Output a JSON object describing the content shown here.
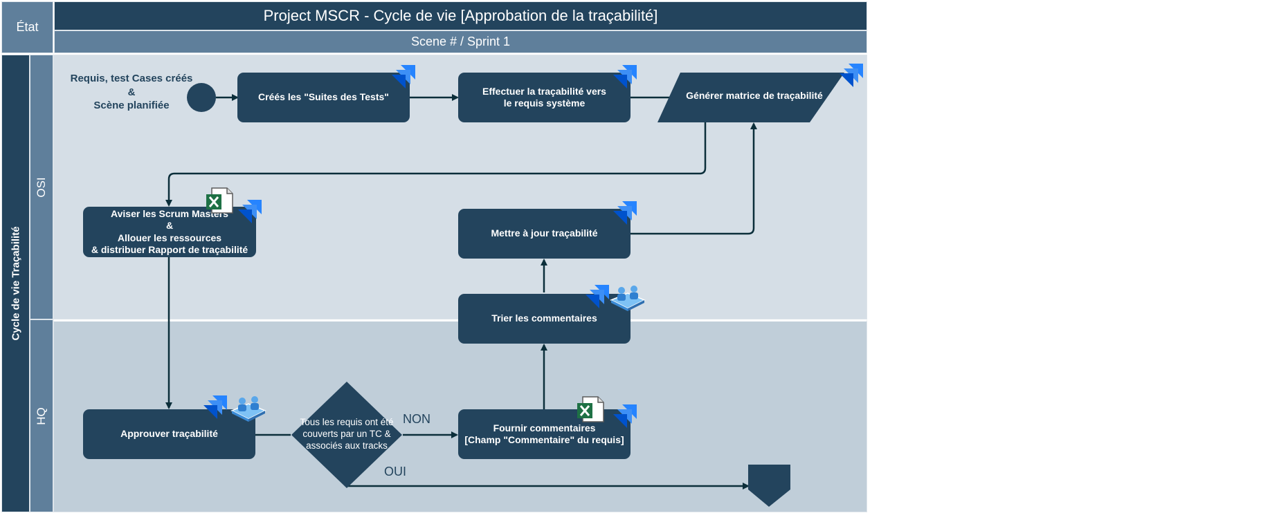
{
  "header": {
    "state_label": "État",
    "title": "Project MSCR - Cycle de vie [Approbation de la traçabilité]",
    "subtitle": "Scene # / Sprint 1"
  },
  "pool": {
    "label": "Cycle de vie Traçabilité"
  },
  "lanes": {
    "osi": "OSI",
    "hq": "HQ"
  },
  "start_note": {
    "line1": "Requis, test Cases créés",
    "line2": "&",
    "line3": "Scène planifiée"
  },
  "nodes": {
    "create_suites": "Créés les \"Suites des Tests\"",
    "trace_line1": "Effectuer la traçabilité vers",
    "trace_line2": "le requis système",
    "generate_matrix": "Générer matrice de traçabilité",
    "notify_line1": "Aviser les Scrum Masters",
    "notify_line2": "&",
    "notify_line3": "Allouer les ressources",
    "notify_line4": "& distribuer Rapport de traçabilité",
    "update_trace": "Mettre à jour traçabilité",
    "sort_comments": "Trier les commentaires",
    "approve_trace": "Approuver traçabilité",
    "decision_line1": "Tous les requis ont été",
    "decision_line2": "couverts par un TC &",
    "decision_line3": "associés aux tracks",
    "feedback_line1": "Fournir commentaires",
    "feedback_line2": "[Champ \"Commentaire\" du requis]"
  },
  "edge_labels": {
    "no": "NON",
    "yes": "OUI"
  },
  "colors": {
    "dark": "#23445d",
    "mid": "#5f7f9b",
    "lane_osi": "#d5dee6",
    "lane_hq": "#c0ced9",
    "jira": "#2684ff",
    "excel": "#1e7145"
  },
  "icons": [
    "jira-icon",
    "excel-icon",
    "team-icon"
  ]
}
